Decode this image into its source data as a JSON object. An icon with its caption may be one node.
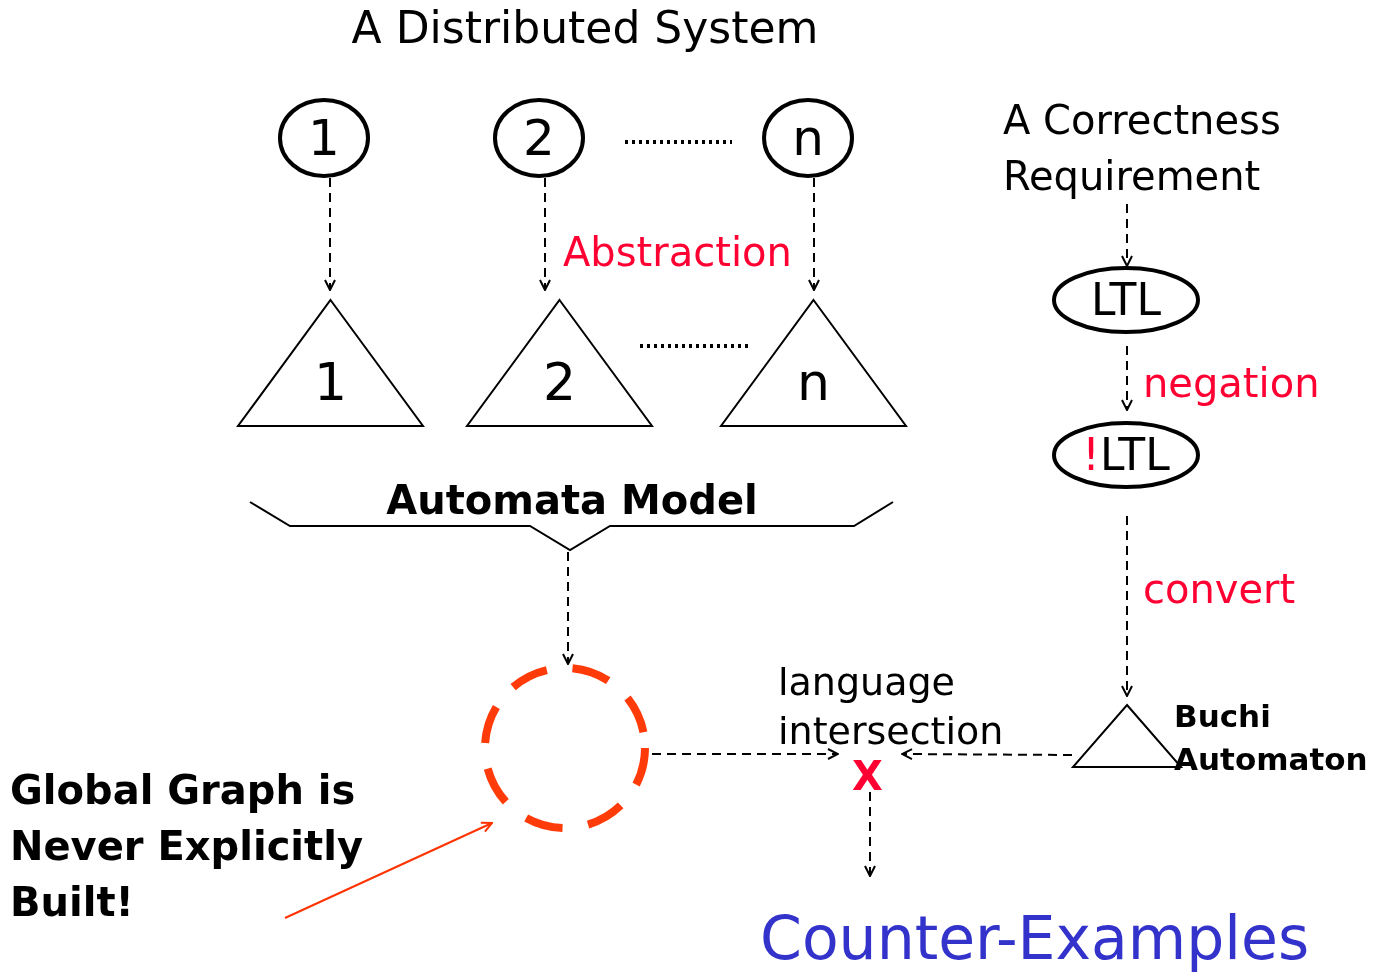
{
  "diagram": {
    "title": "A Distributed System",
    "nodes": [
      {
        "text": [
          "1"
        ]
      },
      {
        "text": [
          "2"
        ]
      },
      {
        "text": [
          "n"
        ]
      },
      {
        "text": [
          "1"
        ]
      },
      {
        "text": [
          "2"
        ]
      },
      {
        "text": [
          "n"
        ]
      },
      {
        "text": [
          "Automata Model"
        ]
      },
      {
        "text": [
          "A Correctness Requirement"
        ]
      },
      {
        "text": [
          "LTL"
        ]
      },
      {
        "text": [
          "!",
          "LTL"
        ]
      },
      {
        "text": [],
        "shape": "circle"
      },
      {
        "text": [
          "Global Graph is Never Explicitly Built!"
        ]
      },
      {
        "text": [
          "X"
        ]
      },
      {
        "text": [],
        "shape": "triangle",
        "beside": [
          "Buchi Automaton"
        ]
      },
      {
        "text": [
          "Counter-Examples"
        ]
      }
    ],
    "edges": [
      {
        "from": 0,
        "to": 3,
        "arrow": "to",
        "style": "dashed"
      },
      {
        "from": 1,
        "to": 4,
        "arrow": "to",
        "style": "dashed"
      },
      {
        "from": 2,
        "to": 5,
        "arrow": "to",
        "style": "dashed"
      },
      {
        "from": 6,
        "to": 10,
        "arrow": "to",
        "style": "dashed"
      },
      {
        "from": 10,
        "to": 12,
        "arrow": "to",
        "style": "dashed"
      },
      {
        "from": 7,
        "to": 8,
        "arrow": "to",
        "style": "dashed"
      },
      {
        "from": 8,
        "to": 9,
        "arrow": "to",
        "style": "dashed",
        "label": "negation"
      },
      {
        "from": 9,
        "to": 13,
        "arrow": "to",
        "style": "dashed",
        "label": "convert"
      },
      {
        "from": 13,
        "to": 12,
        "arrow": "to",
        "style": "dashed"
      },
      {
        "from": 12,
        "to": 14,
        "arrow": "to",
        "style": "dashed"
      },
      {
        "from": 11,
        "to": 10,
        "arrow": "to",
        "color": "#ff3300"
      }
    ],
    "labels": [
      "Abstraction",
      "language intersection"
    ]
  }
}
